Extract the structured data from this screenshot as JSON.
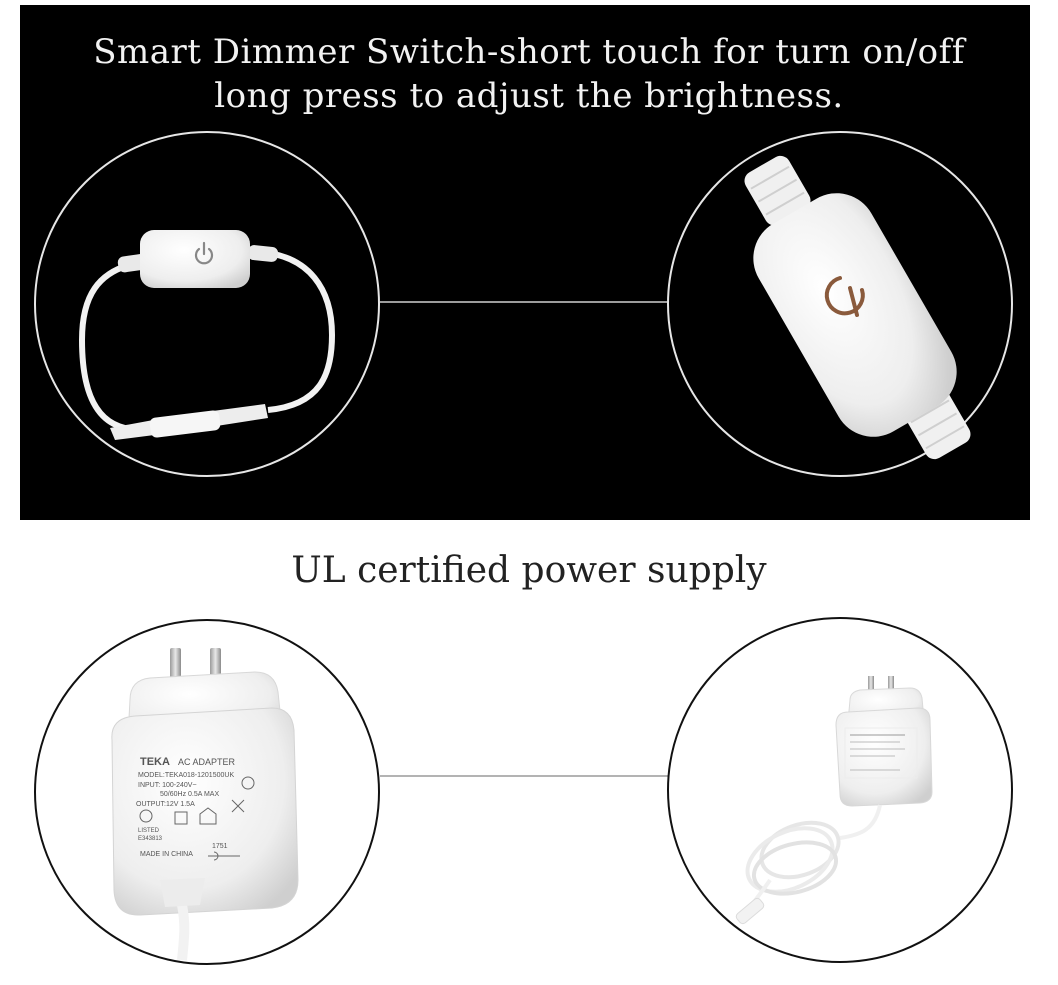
{
  "dimmer_section": {
    "headline_line1": "Smart Dimmer Switch-short touch for turn on/off",
    "headline_line2": "long press to adjust the brightness.",
    "switch_icon": "power-icon"
  },
  "power_section": {
    "title": "UL certified power supply",
    "adapter_label": {
      "brand": "TEKA",
      "type": "AC ADAPTER",
      "model": "MODEL:TEKA018-1201500UK",
      "input": "INPUT: 100-240V~",
      "input_detail": "50/60Hz 0.5A MAX",
      "output": "OUTPUT:12V 1.5A",
      "listed": "LISTED",
      "file_no": "E343813",
      "origin": "MADE IN CHINA",
      "date_code": "1751"
    }
  },
  "colors": {
    "panel_background": "#000000",
    "page_background": "#ffffff",
    "device_white": "#f4f4f4"
  }
}
